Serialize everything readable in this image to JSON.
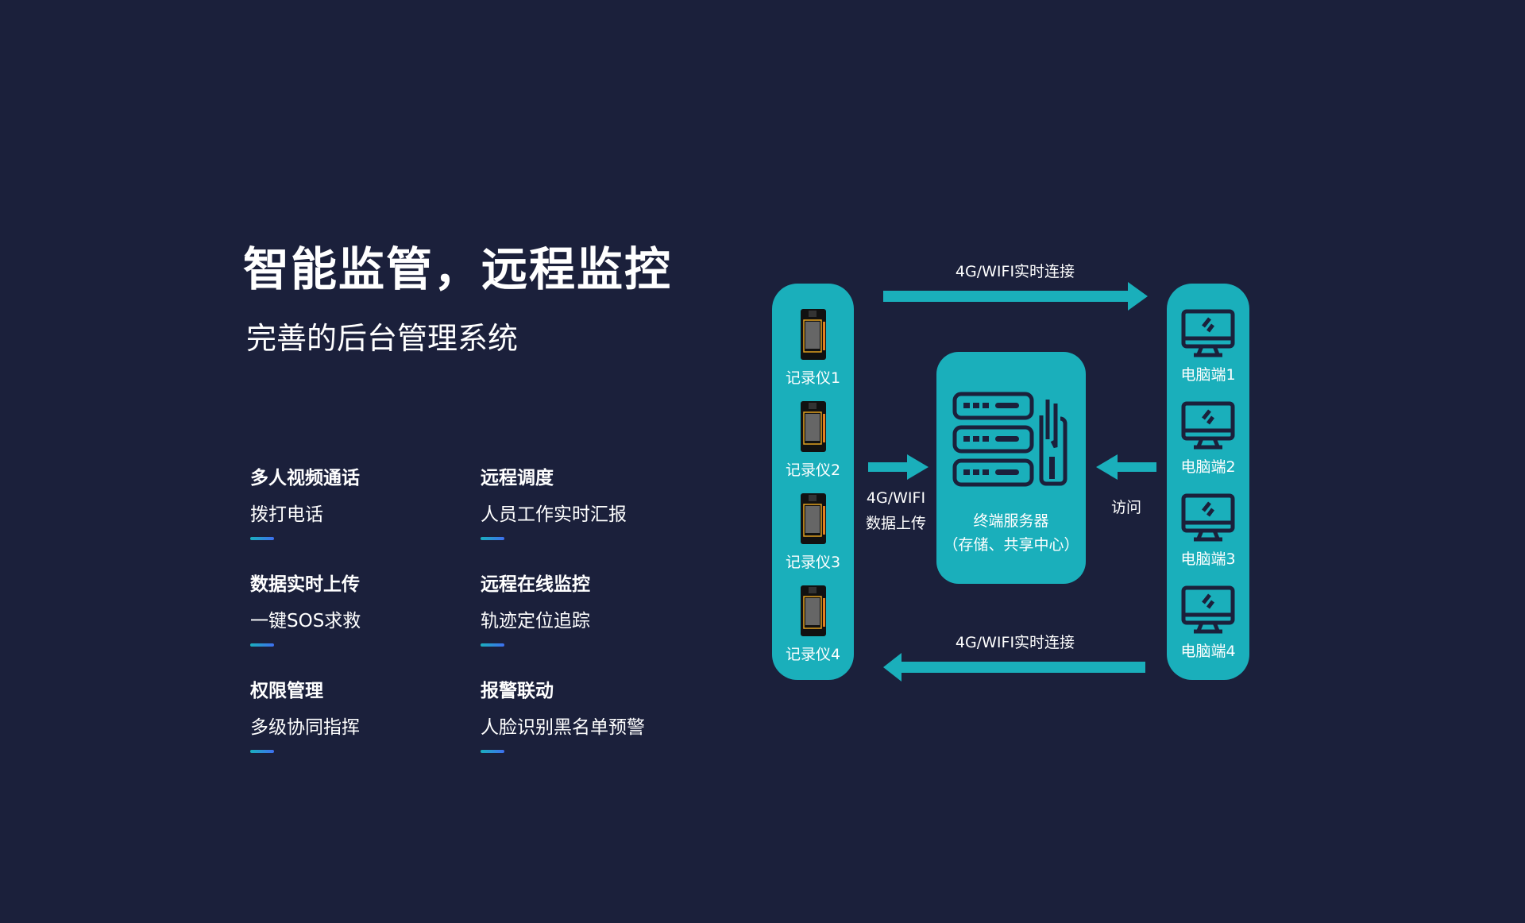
{
  "header": {
    "title": "智能监管，远程监控",
    "subtitle": "完善的后台管理系统"
  },
  "features": [
    {
      "title": "多人视频通话",
      "desc": "拨打电话"
    },
    {
      "title": "远程调度",
      "desc": "人员工作实时汇报"
    },
    {
      "title": "数据实时上传",
      "desc": "一键SOS求救"
    },
    {
      "title": "远程在线监控",
      "desc": "轨迹定位追踪"
    },
    {
      "title": "权限管理",
      "desc": "多级协同指挥"
    },
    {
      "title": "报警联动",
      "desc": "人脸识别黑名单预警"
    }
  ],
  "diagram": {
    "recorders": [
      "记录仪1",
      "记录仪2",
      "记录仪3",
      "记录仪4"
    ],
    "computers": [
      "电脑端1",
      "电脑端2",
      "电脑端3",
      "电脑端4"
    ],
    "server": {
      "name": "终端服务器",
      "desc": "（存储、共享中心）"
    },
    "top_arrow_label": "4G/WIFI实时连接",
    "bottom_arrow_label": "4G/WIFI实时连接",
    "upload_label_1": "4G/WIFI",
    "upload_label_2": "数据上传",
    "access_label": "访问",
    "accent": "#1aafbb"
  }
}
